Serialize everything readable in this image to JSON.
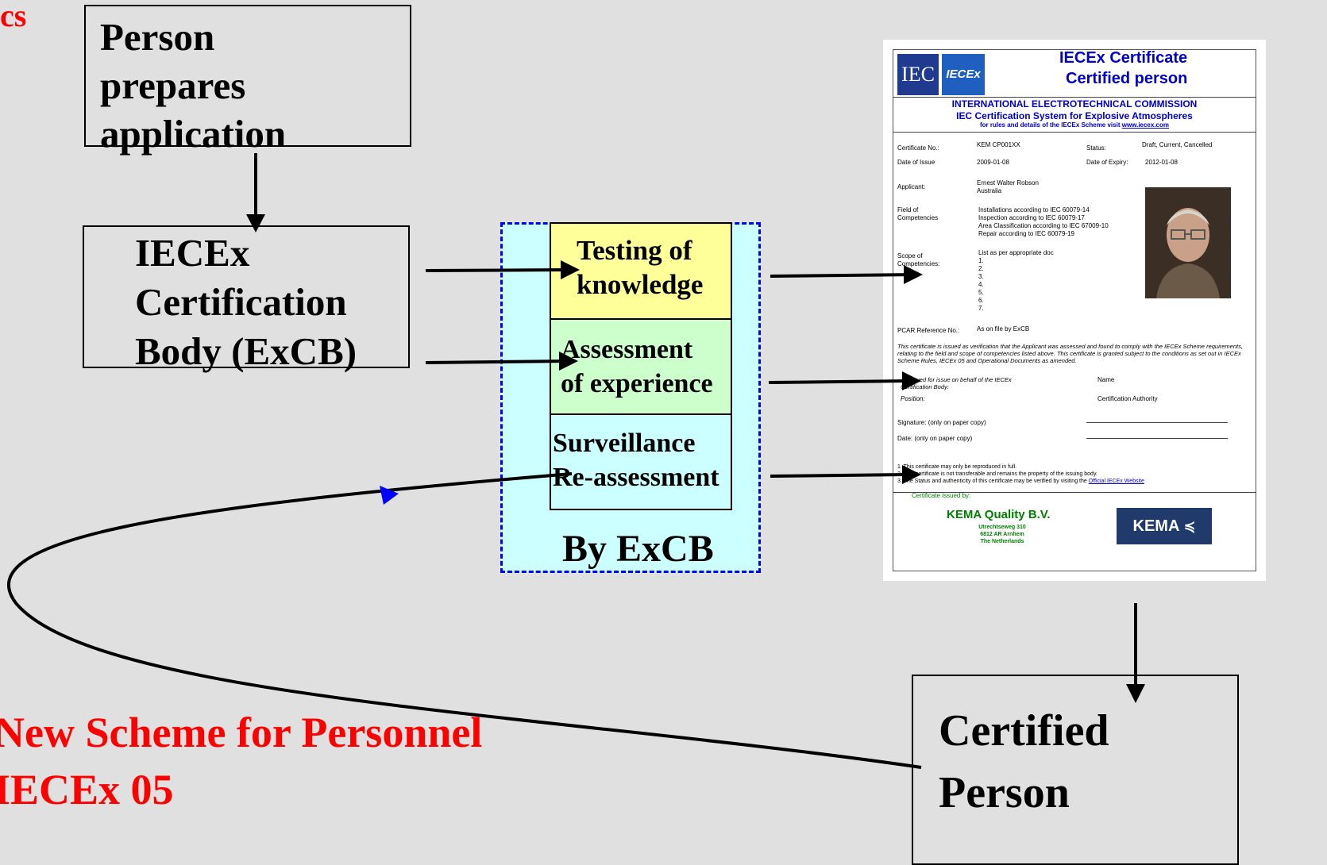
{
  "corner_fragment": "cs",
  "boxes": {
    "person": "Person\nprepares\napplication",
    "excb": "IECEx\nCertification\nBody (ExCB)",
    "testing": "Testing of\nknowledge",
    "assessment": "Assessment\nof experience",
    "surveillance": "Surveillance\nRe-assessment",
    "by_excb": "By ExCB",
    "certified": "Certified\nPerson"
  },
  "scheme_title": {
    "line1": "New Scheme for Personnel",
    "line2": "IECEx 05"
  },
  "certificate": {
    "logo_iec": "IEC",
    "logo_iecex": "IECEx",
    "title1": "IECEx Certificate",
    "title2": "Certified person",
    "commission": "INTERNATIONAL ELECTROTECHNICAL COMMISSION",
    "system": "IEC Certification System for Explosive Atmospheres",
    "rules": "for rules and details of the IECEx Scheme visit",
    "rules_link": "www.iecex.com",
    "cert_no_label": "Certificate No.:",
    "cert_no": "KEM CP001XX",
    "status_label": "Status:",
    "status": "Draft, Current, Cancelled",
    "issue_label": "Date of Issue",
    "issue": "2009-01-08",
    "expiry_label": "Date of Expiry:",
    "expiry": "2012-01-08",
    "applicant_label": "Applicant:",
    "applicant": "Ernest Walter Robson\nAustralia",
    "field_label": "Field of\nCompetencies",
    "field": "Installations according to IEC 60079-14\nInspection according to IEC 60079-17\nArea Classification according to IEC 67009-10\nRepair according to IEC 60079-19",
    "scope_label": "Scope of\nCompetencies:",
    "scope": "List as per appropriate doc\n1.\n2.\n3.\n4.\n5.\n6.\n7.",
    "pcar_label": "PCAR Reference No.:",
    "pcar": "As on file by ExCB",
    "statement": "This certificate is issued as verification that the Applicant was assessed and found to comply with the IECEx Scheme requirements, relating to the field and scope of competencies listed above. This certificate is granted subject to the conditions as set out in IECEx Scheme Rules, IECEx 05 and Operational Documents as amended.",
    "approved_label": "Approved for issue on behalf of the IECEx\nCertification Body:",
    "name_label": "Name",
    "position_label": "Position:",
    "position_value": "Certification Authority",
    "signature_label": "Signature: (only on paper copy)",
    "date_label": "Date: (only on paper copy)",
    "notes": "1. This certificate may only be reproduced in full.\n2. This certificate is not transferable and remains the property of the issuing body.\n3. The Status and authenticity of this certificate may be verified by visiting the",
    "notes_link": "Official IECEx Website",
    "issued_by": "Certificate issued by:",
    "issuer_name": "KEMA Quality B.V.",
    "issuer_addr": "Utrechtseweg 310\n6812 AR Arnhem\nThe Netherlands",
    "kema_logo": "KEMA"
  },
  "colors": {
    "background": "#e0e0e0",
    "dashed_border": "#0000ff",
    "dashed_fill": "#ccffff",
    "testing_fill": "#ffff99",
    "assessment_fill": "#ccffcc",
    "surveillance_fill": "#ccffff",
    "title_red": "#ff0000",
    "cert_blue": "#0000cc",
    "cert_green": "#008000",
    "kema_navy": "#1f3a6b"
  }
}
